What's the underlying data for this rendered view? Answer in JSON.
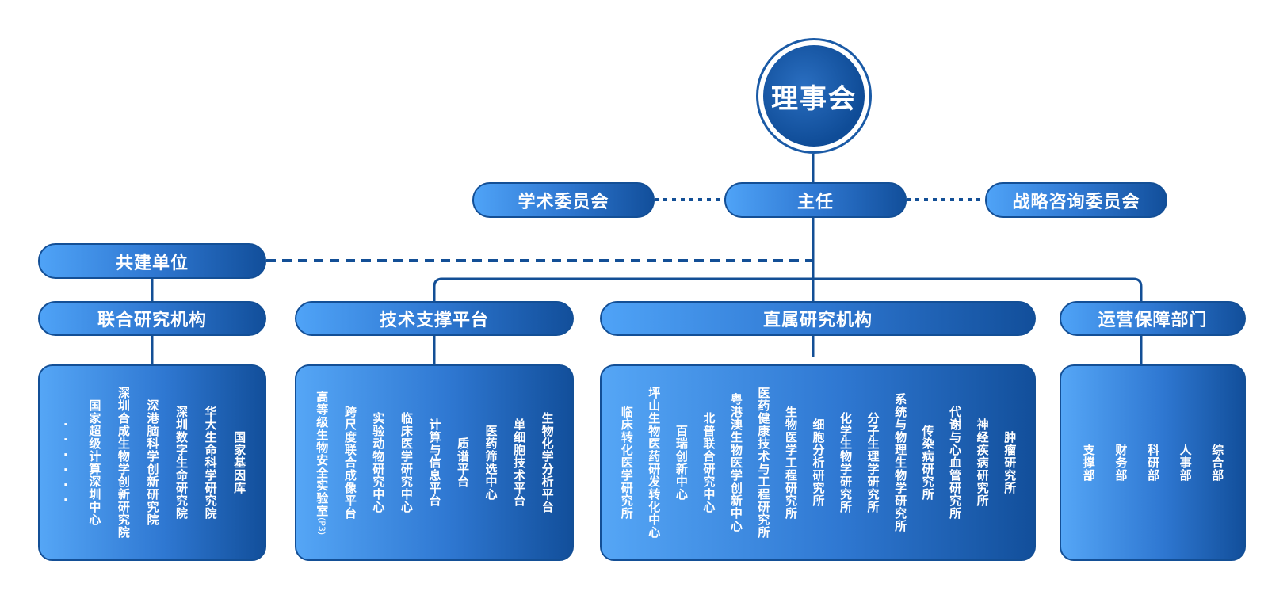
{
  "board": "理事会",
  "director": "主任",
  "academic_committee": "学术委员会",
  "strategy_committee": "战略咨询委员会",
  "partners": "共建单位",
  "categories": {
    "joint": {
      "title": "联合研究机构",
      "items": [
        "国家基因库",
        "华大生命科学研究院",
        "深圳数字生命研究院",
        "深港脑科学创新研究院",
        "深圳合成生物学创新研究院",
        "国家超级计算深圳中心",
        "······"
      ]
    },
    "tech": {
      "title": "技术支撑平台",
      "items": [
        "生物化学分析平台",
        "单细胞技术平台",
        "医药筛选中心",
        "质谱平台",
        "计算与信息平台",
        "临床医学研究中心",
        "实验动物研究中心",
        "跨尺度联合成像平台",
        "高等级生物安全实验室"
      ],
      "note": "(P3)"
    },
    "direct": {
      "title": "直属研究机构",
      "items": [
        "肿瘤研究所",
        "神经疾病研究所",
        "代谢与心血管研究所",
        "传染病研究所",
        "系统与物理生物学研究所",
        "分子生理学研究所",
        "化学生物学研究所",
        "细胞分析研究所",
        "生物医学工程研究所",
        "医药健康技术与工程研究所",
        "粤港澳生物医学创新中心",
        "北普联合研究中心",
        "百瑞创新中心",
        "坪山生物医药研发转化中心",
        "临床转化医学研究所"
      ]
    },
    "ops": {
      "title": "运营保障部门",
      "items": [
        "综合部",
        "人事部",
        "科研部",
        "财务部",
        "支撑部"
      ]
    }
  }
}
